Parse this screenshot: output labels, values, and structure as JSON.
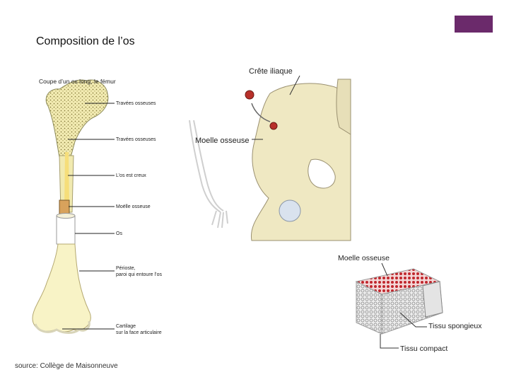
{
  "slide": {
    "title": "Composition de l’os",
    "source": "source: Collège de Maisonneuve",
    "accent_color": "#6b2a6b"
  },
  "femur": {
    "heading": "Coupe d’un os long, le fémur",
    "labels": [
      [
        "Travées osseuses"
      ],
      [
        "Travées osseuses"
      ],
      [
        "L’os est creux"
      ],
      [
        "Moëlle osseuse"
      ],
      [
        "Os"
      ],
      [
        "Périoste,",
        "paroi qui entoure l’os"
      ],
      [
        "Cartilage",
        "sur la face articulaire"
      ]
    ]
  },
  "pelvis": {
    "crest_label": "Crête iliaque",
    "marrow_label": "Moelle osseuse"
  },
  "tissue": {
    "marrow_label": "Moelle osseuse",
    "spongy_label": "Tissu spongieux",
    "compact_label": "Tissu compact"
  }
}
